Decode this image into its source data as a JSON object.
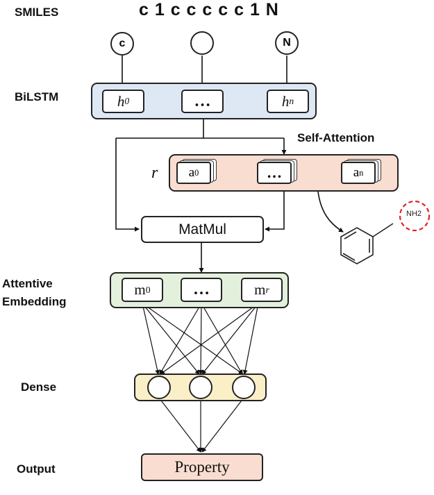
{
  "labels": {
    "smiles": "SMILES",
    "bilstm": "BiLSTM",
    "self_attention": "Self-Attention",
    "r": "r",
    "attentive_line1": "Attentive",
    "attentive_line2": "Embedding",
    "dense": "Dense",
    "output": "Output"
  },
  "smiles_string": "c 1 c c c c c 1 N",
  "input_nodes": [
    "c",
    "",
    "N"
  ],
  "bilstm_cells": {
    "first": "h",
    "first_sub": "0",
    "middle": "…",
    "last": "h",
    "last_sub": "n"
  },
  "attention_cells": {
    "first": "a",
    "first_sub": "0",
    "middle": "…",
    "last": "a",
    "last_sub": "n"
  },
  "matmul": "MatMul",
  "embedding_cells": {
    "first": "m",
    "first_sub": "0",
    "middle": "…",
    "last": "m",
    "last_sub": "r"
  },
  "output_box": "Property",
  "molecule_label": "NH2",
  "colors": {
    "bilstm_fill": "#dde8f4",
    "attention_fill": "#f9ddd0",
    "embedding_fill": "#e3f0dc",
    "dense_fill": "#fbefc8",
    "output_fill": "#f9ddd0",
    "highlight": "#e02424"
  }
}
